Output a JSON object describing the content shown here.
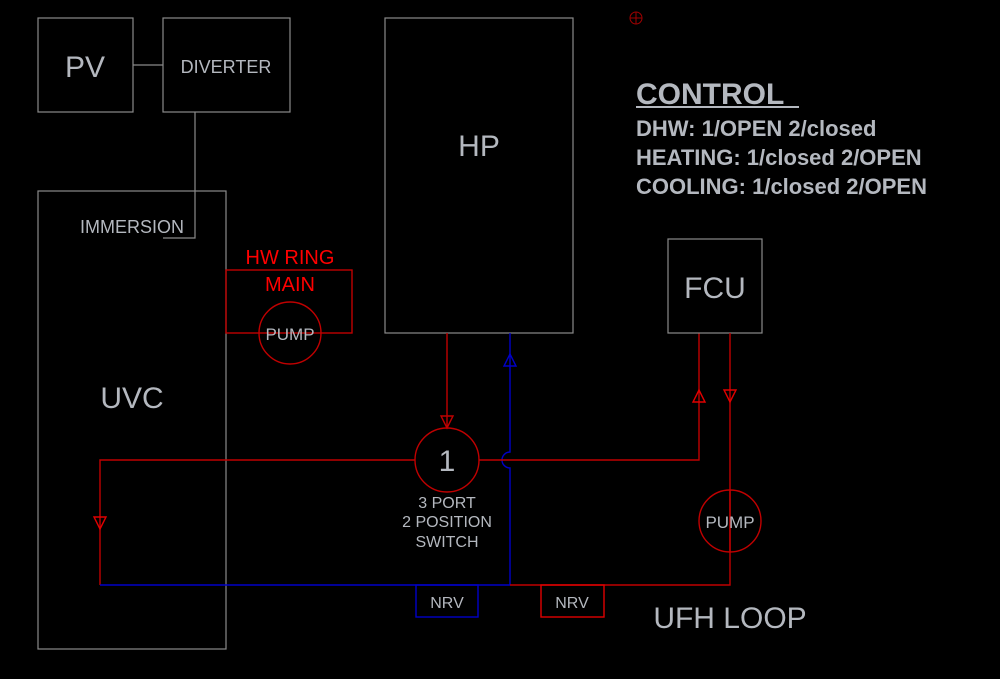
{
  "components": {
    "pv": "PV",
    "diverter": "DIVERTER",
    "immersion": "IMMERSION",
    "uvc": "UVC",
    "hp": "HP",
    "fcu": "FCU",
    "hw_ring_main_line1": "HW RING",
    "hw_ring_main_line2": "MAIN",
    "hw_pump": "PUMP",
    "ufh_pump": "PUMP",
    "valve_number": "1",
    "valve_desc_line1": "3 PORT",
    "valve_desc_line2": "2 POSITION",
    "valve_desc_line3": "SWITCH",
    "nrv_blue": "NRV",
    "nrv_red": "NRV",
    "ufh_loop": "UFH LOOP"
  },
  "control": {
    "title": "CONTROL",
    "lines": [
      "DHW: 1/OPEN 2/closed",
      "HEATING: 1/closed 2/OPEN",
      "COOLING: 1/closed 2/OPEN"
    ]
  },
  "colors": {
    "background": "#000000",
    "flow": "#c00000",
    "return": "#0000c8",
    "outline": "#8a8a8a",
    "text": "#b4b8bf",
    "label_red": "#ff0000"
  }
}
